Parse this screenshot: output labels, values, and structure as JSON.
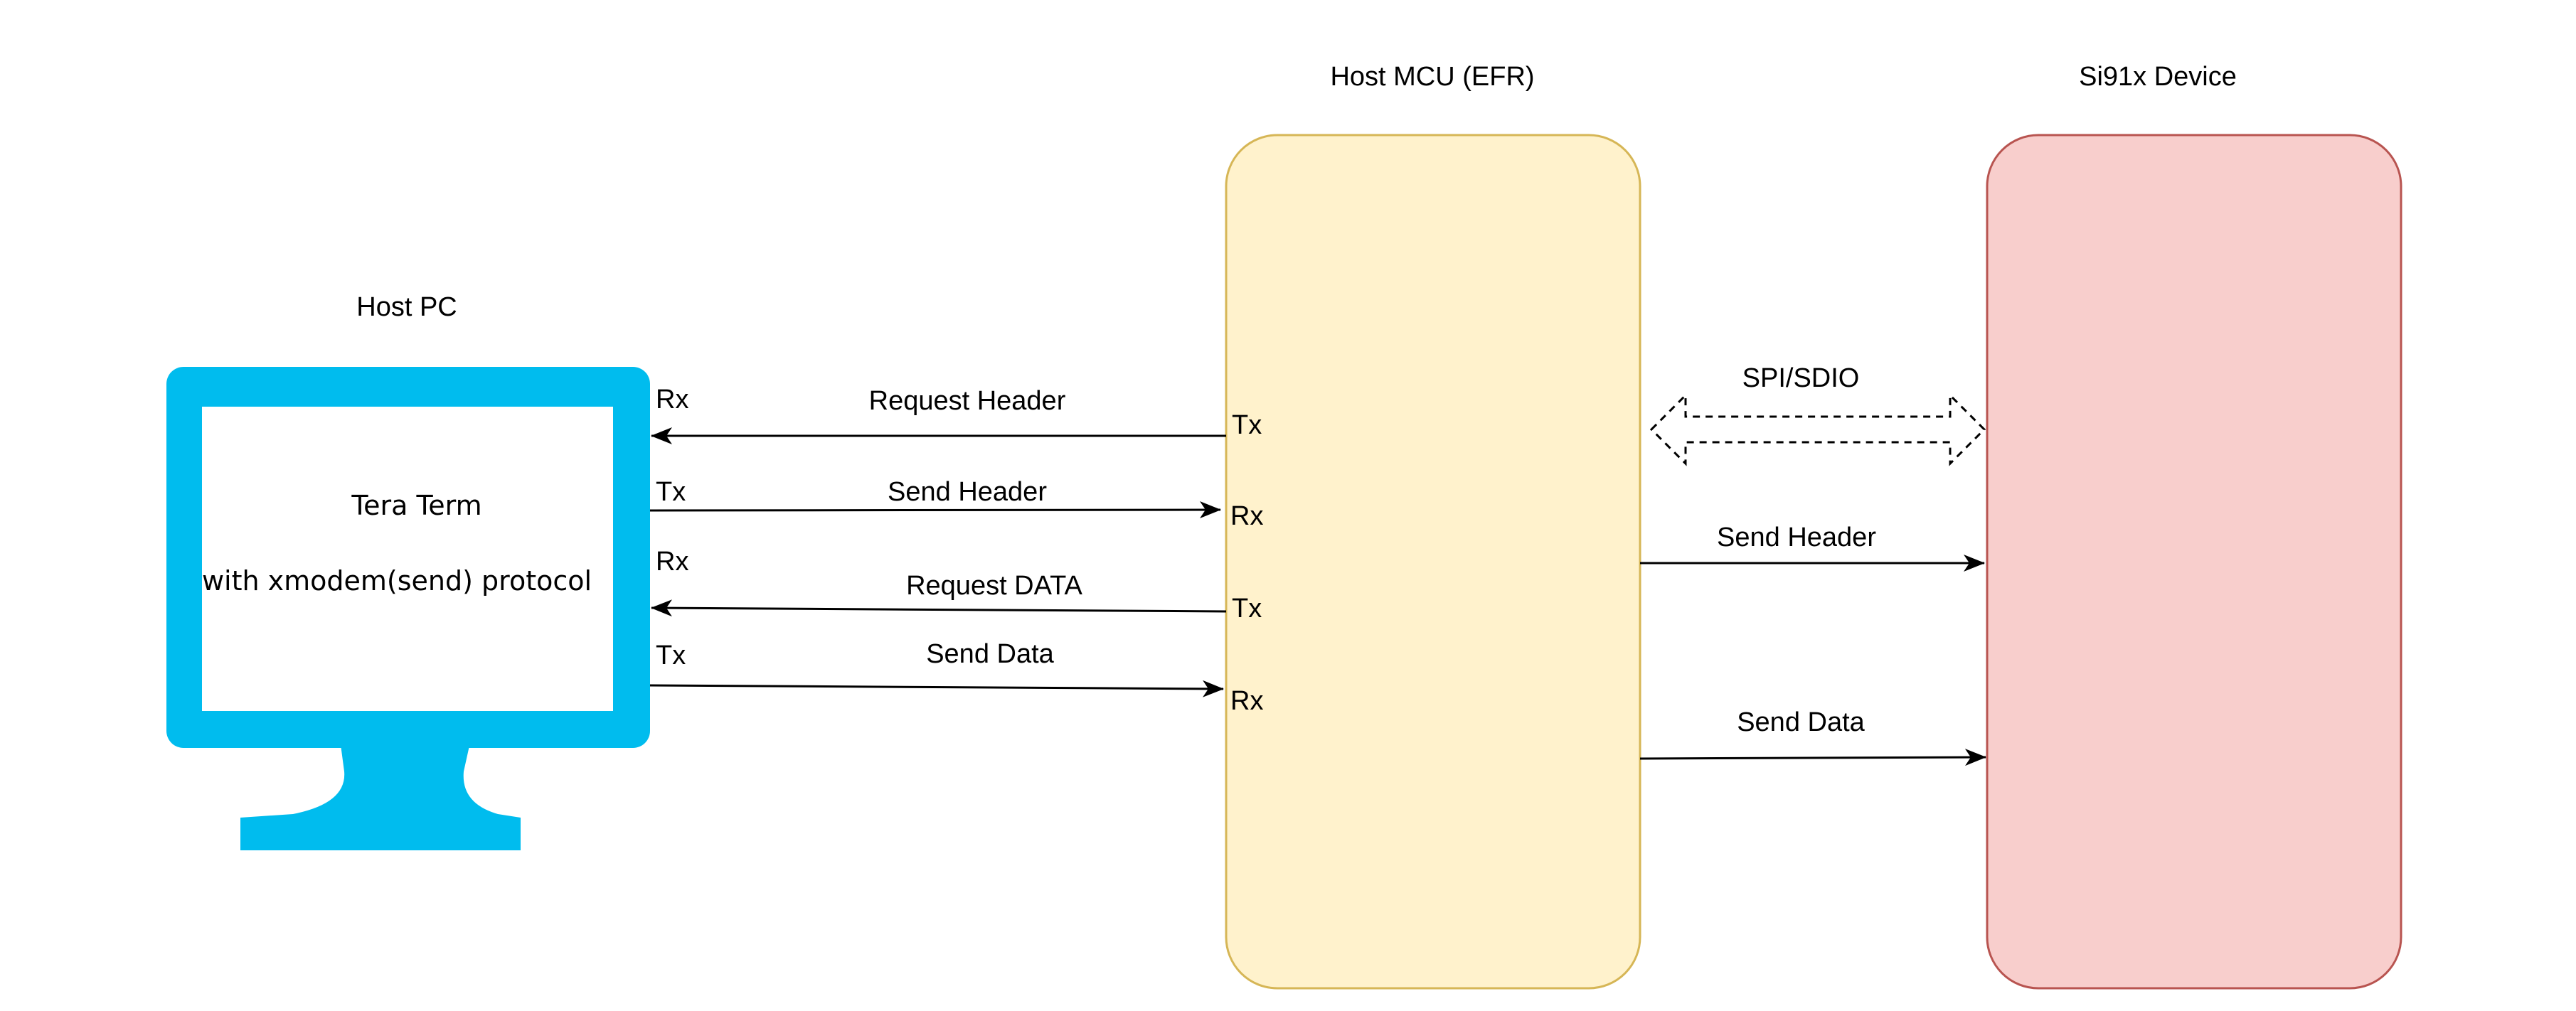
{
  "host_pc": {
    "title": "Host PC",
    "screen_line1": "Tera Term",
    "screen_line2": "with xmodem(send) protocol",
    "monitor_color": "#00bcee"
  },
  "host_mcu": {
    "title": "Host MCU (EFR)",
    "fill": "#fff2cc",
    "stroke": "#d6b656"
  },
  "si91x": {
    "title": "Si91x Device",
    "fill": "#f8cecc",
    "stroke": "#b85450"
  },
  "pc_links": [
    {
      "label": "Request Header",
      "pc_pin": "Rx",
      "mcu_pin": "Tx",
      "direction": "to-pc"
    },
    {
      "label": "Send Header",
      "pc_pin": "Tx",
      "mcu_pin": "Rx",
      "direction": "to-mcu"
    },
    {
      "label": "Request DATA",
      "pc_pin": "Rx",
      "mcu_pin": "Tx",
      "direction": "to-pc"
    },
    {
      "label": "Send Data",
      "pc_pin": "Tx",
      "mcu_pin": "Rx",
      "direction": "to-mcu"
    }
  ],
  "bus": {
    "label": "SPI/SDIO"
  },
  "device_links": [
    {
      "label": "Send Header"
    },
    {
      "label": "Send Data"
    }
  ]
}
